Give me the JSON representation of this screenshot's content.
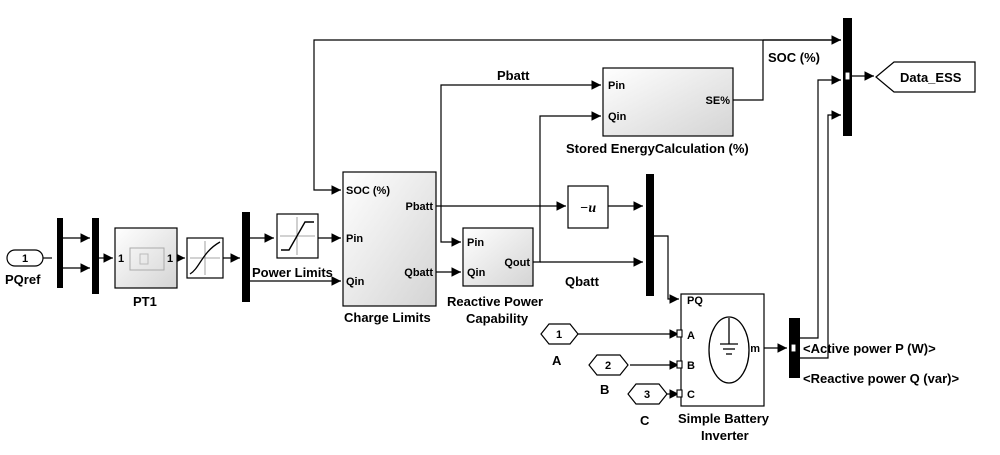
{
  "inports": {
    "pqref": {
      "number": "1",
      "label": "PQref"
    },
    "a": {
      "number": "1",
      "label": "A"
    },
    "b": {
      "number": "2",
      "label": "B"
    },
    "c": {
      "number": "3",
      "label": "C"
    }
  },
  "blocks": {
    "pt1": {
      "name": "PT1",
      "port_in": "1",
      "port_out": "1"
    },
    "power_limits": {
      "name": "Power Limits"
    },
    "charge_limits": {
      "name": "Charge Limits",
      "in_soc": "SOC (%)",
      "in_pin": "Pin",
      "in_qin": "Qin",
      "out_pbatt": "Pbatt",
      "out_qbatt": "Qbatt"
    },
    "reactive_power": {
      "name_line1": "Reactive Power",
      "name_line2": "Capability",
      "in_pin": "Pin",
      "in_qin": "Qin",
      "out_qout": "Qout"
    },
    "stored_energy": {
      "name": "Stored EnergyCalculation (%)",
      "in_pin": "Pin",
      "in_qin": "Qin",
      "out": "SE%"
    },
    "gain": {
      "label": "−u"
    },
    "battery_inverter": {
      "name_line1": "Simple Battery",
      "name_line2": "Inverter",
      "in_pq": "PQ",
      "in_a": "A",
      "in_b": "B",
      "in_c": "C",
      "out_m": "m"
    },
    "data_ess": {
      "label": "Data_ESS"
    }
  },
  "signals": {
    "pbatt": "Pbatt",
    "qbatt": "Qbatt",
    "soc": "SOC (%)",
    "active_power": "<Active power P (W)>",
    "reactive_power": "<Reactive power Q (var)>"
  }
}
